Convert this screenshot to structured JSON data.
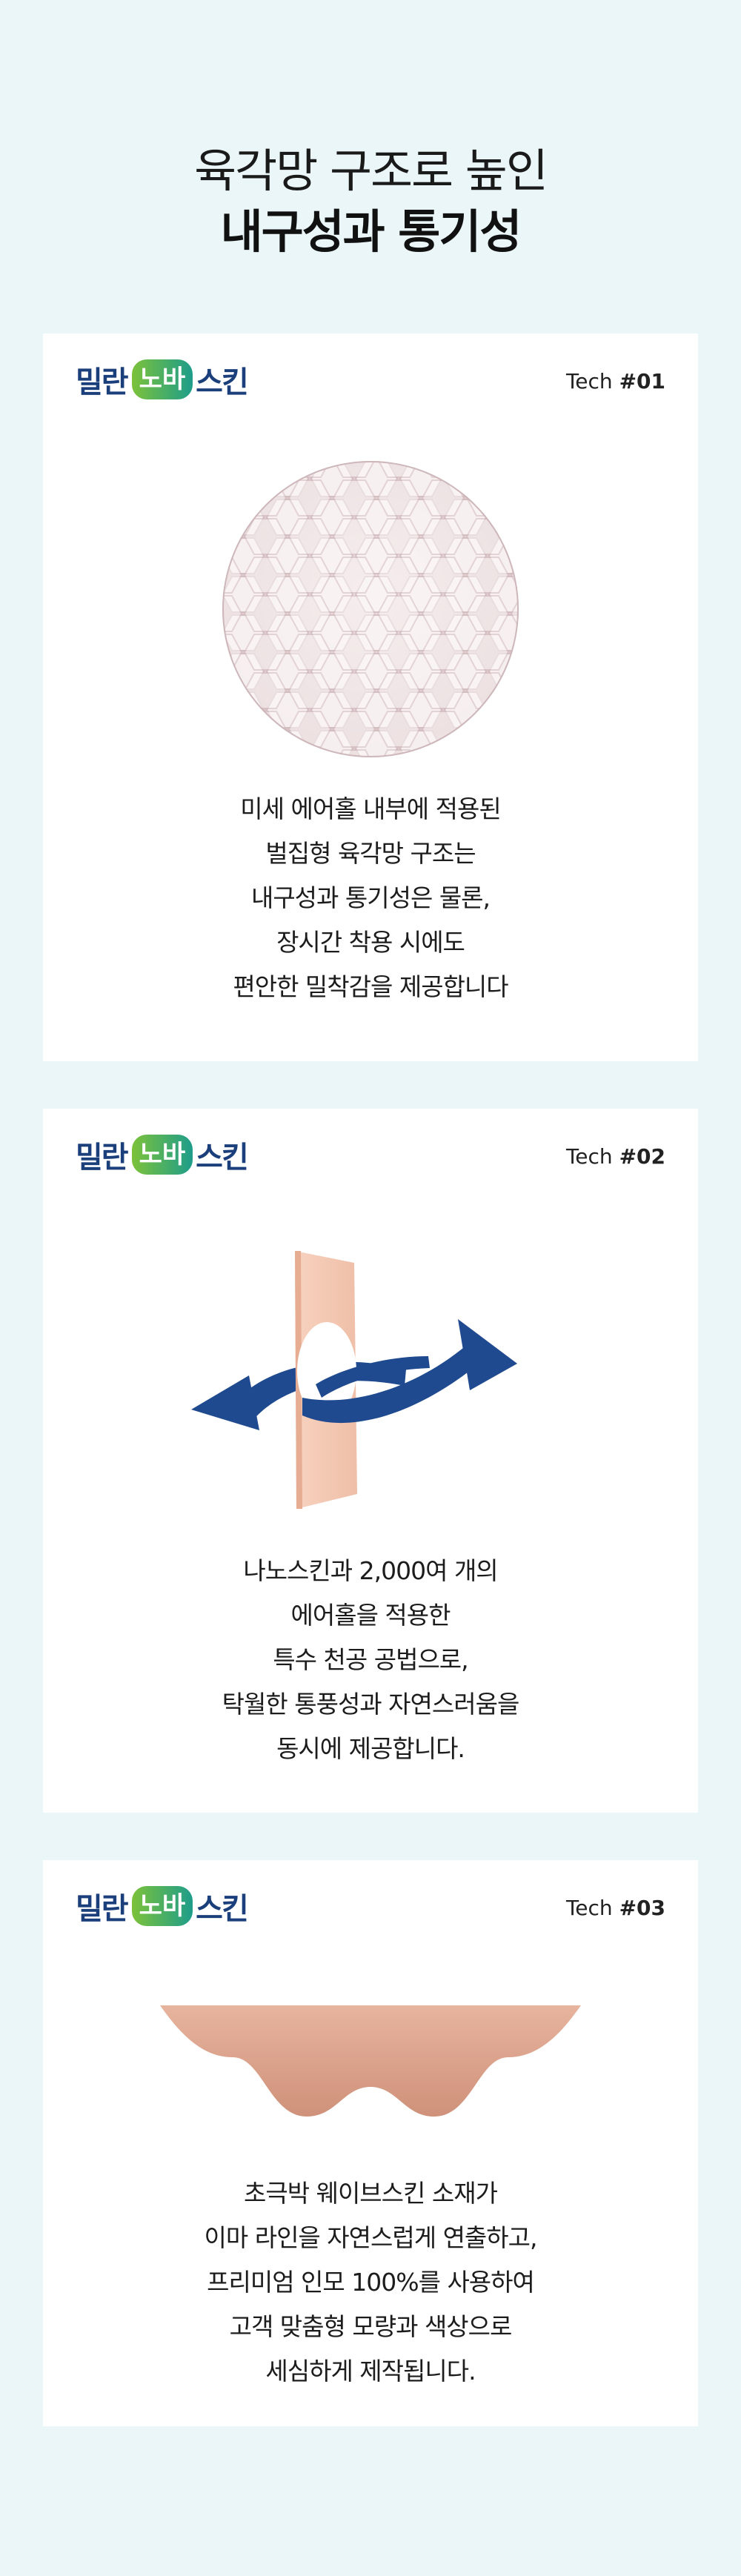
{
  "headline": {
    "line1": "육각망 구조로 높인",
    "line2": "내구성과 통기성"
  },
  "brand": {
    "part1": "밀란",
    "badge": "노바",
    "part2": "스킨"
  },
  "cards": [
    {
      "tech_prefix": "Tech ",
      "tech_num": "#01",
      "desc": [
        "미세 에어홀 내부에 적용된",
        "벌집형 육각망 구조는",
        "내구성과 통기성은 물론,",
        "장시간 착용 시에도",
        "편안한 밀착감을 제공합니다"
      ]
    },
    {
      "tech_prefix": "Tech ",
      "tech_num": "#02",
      "desc": [
        "나노스킨과 2,000여 개의",
        "에어홀을 적용한",
        "특수 천공 공법으로,",
        "탁월한 통풍성과 자연스러움을",
        "동시에 제공합니다."
      ]
    },
    {
      "tech_prefix": "Tech ",
      "tech_num": "#03",
      "desc": [
        "초극박 웨이브스킨 소재가",
        "이마 라인을 자연스럽게 연출하고,",
        "프리미엄 인모 100%를 사용하여",
        "고객 맞춤형 모량과 색상으로",
        "세심하게 제작됩니다."
      ]
    }
  ],
  "colors": {
    "background": "#eaf6f8",
    "brand_navy": "#1b3f7a",
    "brand_green": "#7cc23a",
    "brand_teal": "#1e9d8a",
    "arrow_blue": "#1f4a8f",
    "skin": "#f5c9b3"
  }
}
